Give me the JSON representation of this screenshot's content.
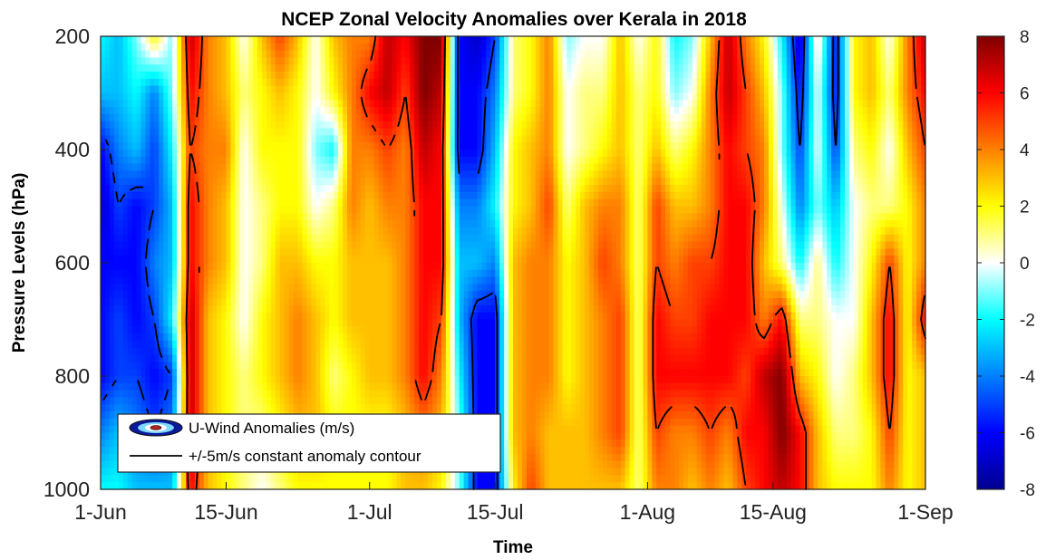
{
  "chart_data": {
    "type": "heatmap",
    "title": "NCEP Zonal Velocity Anomalies over Kerala in 2018",
    "xlabel": "Time",
    "ylabel": "Pressure Levels (hPa)",
    "x_ticks": [
      "1-Jun",
      "15-Jun",
      "1-Jul",
      "15-Jul",
      "1-Aug",
      "15-Aug",
      "1-Sep"
    ],
    "x_tick_days": [
      0,
      14,
      30,
      44,
      61,
      75,
      92
    ],
    "y_ticks": [
      200,
      400,
      600,
      800,
      1000
    ],
    "ylim": [
      200,
      1000
    ],
    "y_reversed": true,
    "colorbar": {
      "ticks": [
        8,
        6,
        4,
        2,
        0,
        -2,
        -4,
        -6,
        -8
      ],
      "range": [
        -8,
        8
      ],
      "colormap": [
        "#00008f",
        "#0000ff",
        "#0080ff",
        "#00ffff",
        "#ffffff",
        "#ffff00",
        "#ff8000",
        "#ff0000",
        "#800000"
      ]
    },
    "contour_level": 5,
    "legend": [
      {
        "label": "U-Wind Anomalies (m/s)",
        "kind": "filled"
      },
      {
        "label": "+/-5m/s constant anomaly contour",
        "kind": "line"
      }
    ],
    "legend_position": "bottom-left",
    "levels": [
      200,
      300,
      400,
      500,
      600,
      700,
      800,
      900,
      1000
    ],
    "days": [
      0,
      2,
      4,
      6,
      8,
      10,
      12,
      14,
      16,
      18,
      20,
      22,
      24,
      26,
      28,
      30,
      32,
      34,
      36,
      38,
      40,
      42,
      44,
      46,
      48,
      50,
      52,
      54,
      56,
      58,
      60,
      62,
      64,
      66,
      68,
      70,
      72,
      74,
      76,
      78,
      80,
      82,
      84,
      86,
      88,
      90,
      92
    ],
    "values": [
      [
        -2,
        -3,
        -1,
        2,
        -1,
        7,
        4,
        3,
        0,
        3,
        5,
        3,
        0,
        3,
        4,
        4,
        7,
        6,
        8,
        8,
        -6,
        -7,
        -5,
        1,
        2,
        4,
        -1,
        0,
        0,
        3,
        0,
        2,
        -2,
        -1,
        3,
        7,
        4,
        2,
        -2,
        -7,
        1,
        -6,
        2,
        3,
        0,
        4,
        7
      ],
      [
        -3,
        -3,
        -2,
        -4,
        -1,
        6,
        4,
        3,
        1,
        2,
        3,
        2,
        0,
        2,
        4,
        6,
        7,
        5,
        8,
        7,
        -6,
        -6,
        -4,
        1,
        2,
        4,
        0,
        1,
        1,
        3,
        1,
        2,
        -1,
        0,
        4,
        7,
        5,
        3,
        -1,
        -6,
        0,
        -6,
        2,
        3,
        1,
        4,
        6
      ],
      [
        -6,
        -4,
        -3,
        -5,
        -2,
        5,
        4,
        4,
        0,
        2,
        2,
        2,
        -1,
        -2,
        4,
        4,
        5,
        4,
        7,
        6,
        -6,
        -6,
        -3,
        2,
        3,
        4,
        0,
        1,
        2,
        3,
        1,
        3,
        1,
        2,
        4,
        6,
        5,
        4,
        -1,
        -5,
        0,
        -5,
        1,
        2,
        0,
        3,
        5
      ],
      [
        -7,
        -5,
        -6,
        -5,
        -3,
        6,
        4,
        3,
        0,
        1,
        2,
        2,
        0,
        1,
        4,
        3,
        4,
        4,
        6,
        6,
        -4,
        -4,
        -2,
        2,
        3,
        5,
        1,
        3,
        4,
        4,
        1,
        5,
        3,
        3,
        4,
        6,
        6,
        4,
        0,
        -4,
        -1,
        -3,
        0,
        1,
        1,
        2,
        4
      ],
      [
        -6,
        -6,
        -6,
        -4,
        -3,
        6,
        4,
        3,
        0,
        1,
        3,
        3,
        2,
        2,
        3,
        3,
        3,
        4,
        6,
        6,
        -3,
        -3,
        -4,
        3,
        4,
        4,
        2,
        3,
        5,
        4,
        1,
        5,
        4,
        5,
        5,
        6,
        6,
        3,
        1,
        -2,
        1,
        -2,
        0,
        2,
        5,
        2,
        4
      ],
      [
        -6,
        -5,
        -6,
        -5,
        -2,
        7,
        3,
        2,
        0,
        2,
        3,
        4,
        3,
        2,
        3,
        3,
        3,
        4,
        6,
        5,
        -3,
        -6,
        -6,
        3,
        4,
        4,
        2,
        3,
        4,
        5,
        1,
        6,
        5,
        5,
        6,
        6,
        6,
        4,
        6,
        1,
        1,
        0,
        0,
        3,
        6,
        2,
        6
      ],
      [
        -6,
        -5,
        -5,
        -6,
        -5,
        7,
        3,
        2,
        1,
        2,
        3,
        4,
        3,
        1,
        2,
        3,
        3,
        4,
        6,
        4,
        -2,
        -6,
        -6,
        3,
        4,
        4,
        2,
        3,
        4,
        5,
        1,
        6,
        6,
        6,
        6,
        6,
        5,
        7,
        8,
        3,
        2,
        0,
        1,
        3,
        6,
        2,
        3
      ],
      [
        -4,
        -3,
        -4,
        -5,
        -4,
        7,
        3,
        2,
        1,
        1,
        2,
        3,
        3,
        2,
        2,
        2,
        2,
        3,
        4,
        3,
        -1,
        -6,
        -6,
        3,
        4,
        3,
        3,
        3,
        4,
        5,
        1,
        5,
        4,
        4,
        5,
        4,
        6,
        6,
        8,
        6,
        3,
        1,
        1,
        2,
        5,
        2,
        3
      ],
      [
        -2,
        -2,
        -3,
        -3,
        -3,
        6,
        3,
        2,
        1,
        0,
        1,
        2,
        2,
        2,
        2,
        2,
        2,
        3,
        3,
        2,
        -1,
        -6,
        -6,
        2,
        5,
        3,
        3,
        3,
        3,
        3,
        1,
        4,
        4,
        3,
        4,
        3,
        5,
        6,
        7,
        6,
        3,
        2,
        2,
        2,
        4,
        2,
        3
      ]
    ]
  }
}
